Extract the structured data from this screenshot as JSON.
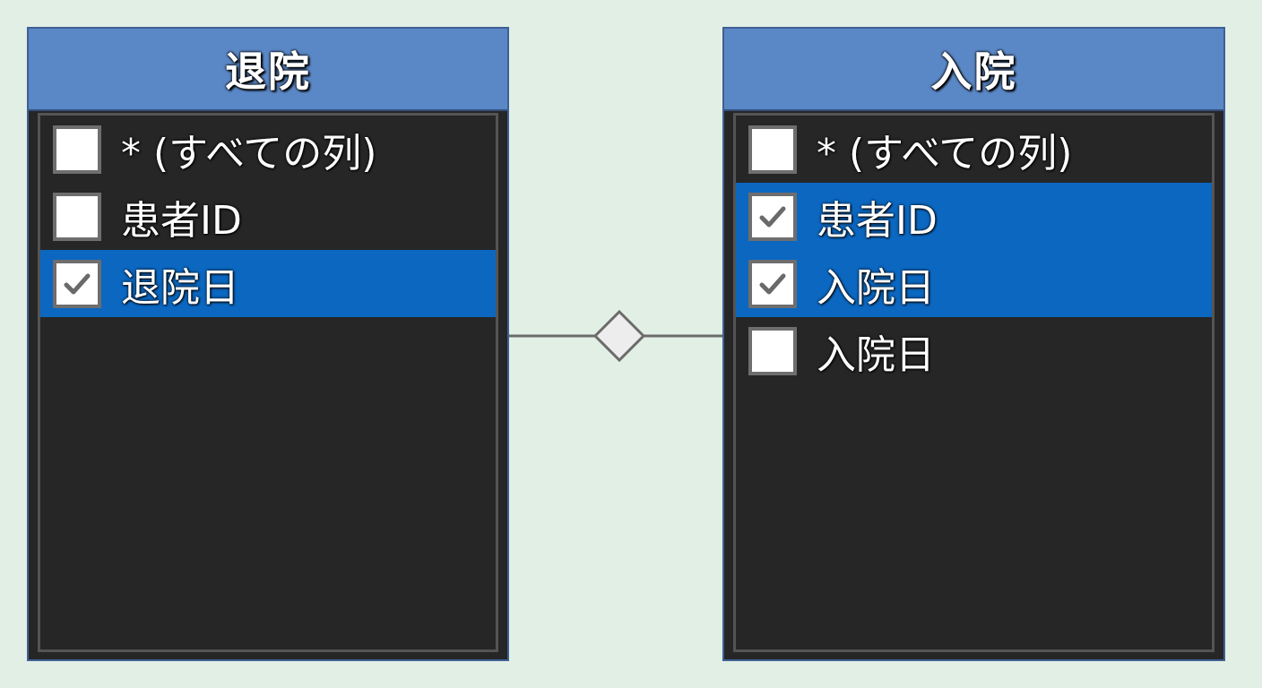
{
  "tables": [
    {
      "id": "left",
      "title": "退院",
      "fields": [
        {
          "label": "* (すべての列)",
          "checked": false,
          "selected": false
        },
        {
          "label": "患者ID",
          "checked": false,
          "selected": false
        },
        {
          "label": "退院日",
          "checked": true,
          "selected": true
        }
      ]
    },
    {
      "id": "right",
      "title": "入院",
      "fields": [
        {
          "label": "* (すべての列)",
          "checked": false,
          "selected": false
        },
        {
          "label": "患者ID",
          "checked": true,
          "selected": true
        },
        {
          "label": "入院日",
          "checked": true,
          "selected": true
        },
        {
          "label": "入院日",
          "checked": false,
          "selected": false
        }
      ]
    }
  ],
  "icons": {
    "checkbox_check": "check-icon",
    "relationship": "diamond-join-icon"
  },
  "colors": {
    "background": "#e2efe4",
    "header": "#5a87c5",
    "selection": "#0b67c0",
    "panel": "#262626",
    "check": "#6a6a6a"
  }
}
